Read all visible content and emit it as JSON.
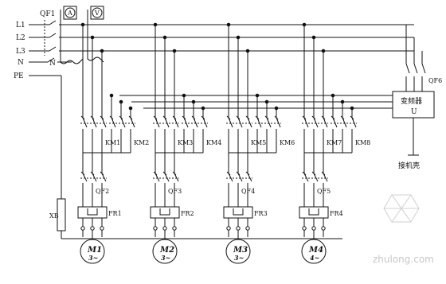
{
  "lines": {
    "l1": "L1",
    "l2": "L2",
    "l3": "L3",
    "n": "N",
    "pe": "PE",
    "n_switch": "N"
  },
  "main_breaker": "QF1",
  "meters": {
    "ammeter": "A",
    "voltmeter": "V"
  },
  "xb": "XB",
  "inverter": {
    "qf": "QF6",
    "title": "变频器",
    "symbol": "U",
    "ground": "接机壳"
  },
  "branches": [
    {
      "qf": "QF2",
      "fr": "FR1",
      "km_a": "KM1",
      "km_b": "KM2",
      "motor": "M1",
      "phase": "3~"
    },
    {
      "qf": "QF3",
      "fr": "FR2",
      "km_a": "KM3",
      "km_b": "KM4",
      "motor": "M2",
      "phase": "3~"
    },
    {
      "qf": "QF4",
      "fr": "FR3",
      "km_a": "KM5",
      "km_b": "KM6",
      "motor": "M3",
      "phase": "3~"
    },
    {
      "qf": "QF5",
      "fr": "FR4",
      "km_a": "KM7",
      "km_b": "KM8",
      "motor": "M4",
      "phase": "4~"
    }
  ],
  "watermark": "zhulong.com"
}
